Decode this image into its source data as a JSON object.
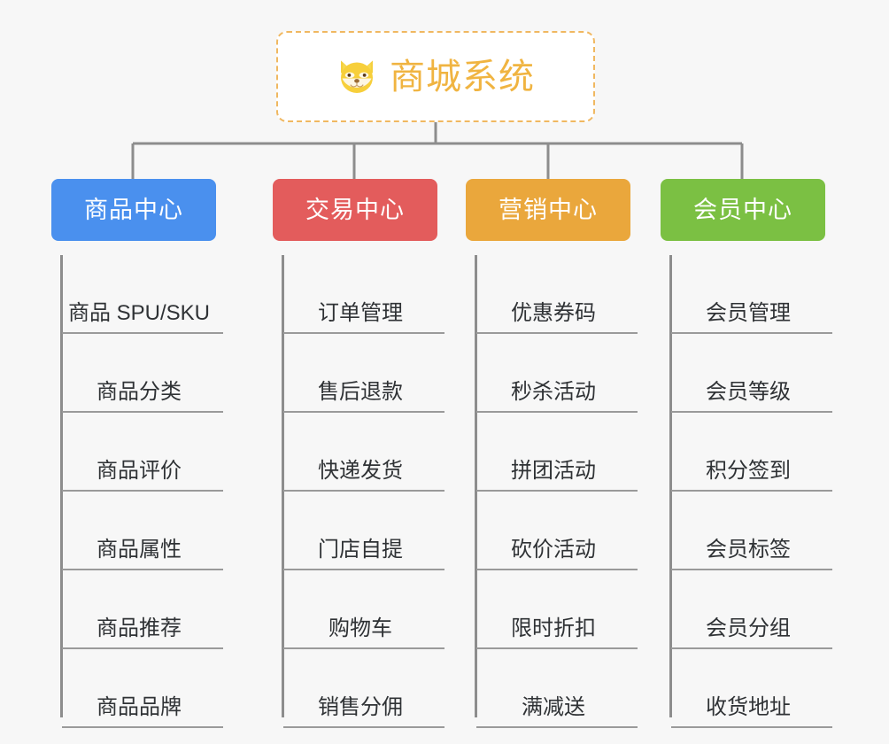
{
  "diagram": {
    "title": "商城系统",
    "root": {
      "icon": "shiba-dog-face-icon",
      "label": "商城系统",
      "border_color": "#f0b861",
      "text_color": "#f0b441",
      "background": "#ffffff"
    },
    "background_color": "#f7f7f7",
    "connector_color": "#8d8d8d",
    "columns": [
      {
        "key": "product-center",
        "label": "商品中心",
        "color": "#4a90ee",
        "items": [
          "商品 SPU/SKU",
          "商品分类",
          "商品评价",
          "商品属性",
          "商品推荐",
          "商品品牌"
        ]
      },
      {
        "key": "trade-center",
        "label": "交易中心",
        "color": "#e35c5c",
        "items": [
          "订单管理",
          "售后退款",
          "快递发货",
          "门店自提",
          "购物车",
          "销售分佣"
        ]
      },
      {
        "key": "marketing-center",
        "label": "营销中心",
        "color": "#eaa73c",
        "items": [
          "优惠券码",
          "秒杀活动",
          "拼团活动",
          "砍价活动",
          "限时折扣",
          "满减送"
        ]
      },
      {
        "key": "member-center",
        "label": "会员中心",
        "color": "#7bc043",
        "items": [
          "会员管理",
          "会员等级",
          "积分签到",
          "会员标签",
          "会员分组",
          "收货地址"
        ]
      }
    ]
  }
}
